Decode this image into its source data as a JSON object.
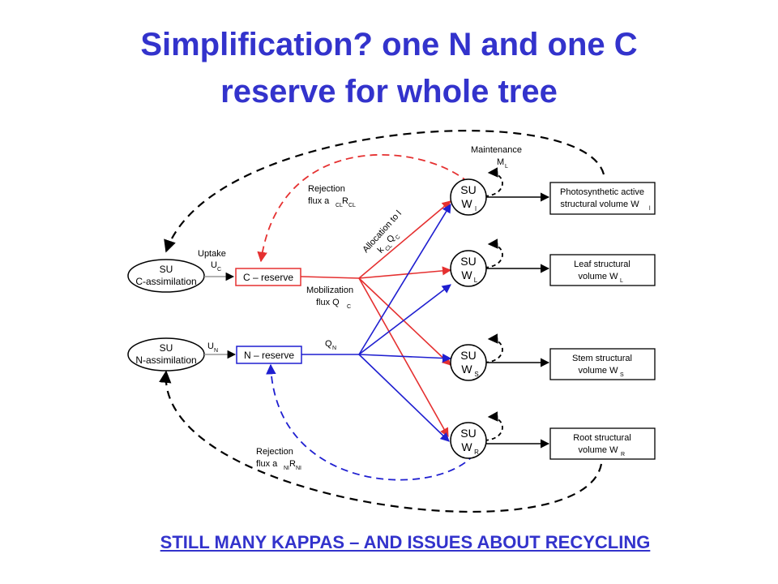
{
  "title": {
    "line1": "Simplification? one N and one C",
    "line2": "reserve for whole tree"
  },
  "footer": "STILL MANY KAPPAS – AND ISSUES ABOUT RECYCLING",
  "colors": {
    "title": "#3333cc",
    "carbon": "#e53030",
    "nitrogen": "#1f1fd0",
    "recycle": "#000000"
  },
  "diagram": {
    "su_c": {
      "line1": "SU",
      "line2": "C-assimilation"
    },
    "su_n": {
      "line1": "SU",
      "line2": "N-assimilation"
    },
    "c_reserve": "C – reserve",
    "n_reserve": "N – reserve",
    "uptake": {
      "label": "Uptake",
      "sym": "U",
      "sub": "C"
    },
    "un": {
      "sym": "U",
      "sub": "N"
    },
    "qn": {
      "sym": "Q",
      "sub": "N"
    },
    "mobilization": {
      "line1": "Mobilization",
      "line2": "flux Q",
      "sub": "C"
    },
    "rejection_c": {
      "line1": "Rejection",
      "line2": "flux a",
      "sub1": "CL",
      "mid": "R",
      "sub2": "CL"
    },
    "rejection_n": {
      "line1": "Rejection",
      "line2": "flux a",
      "sub1": "NI",
      "mid": "R",
      "sub2": "NI"
    },
    "allocation": {
      "line1": "Allocation to l",
      "line2": "k",
      "sub1": "CL",
      "mid": "Q",
      "sub2": "C"
    },
    "maintenance": {
      "label": "Maintenance",
      "sym": "M",
      "sub": "L"
    },
    "organs": [
      {
        "su": "SU",
        "w": "W",
        "sub": "l",
        "box1": "Photosynthetic active",
        "box2": "structural volume W",
        "box_sub": "l"
      },
      {
        "su": "SU",
        "w": "W",
        "sub": "L",
        "box1": "Leaf structural",
        "box2": "volume W",
        "box_sub": "L"
      },
      {
        "su": "SU",
        "w": "W",
        "sub": "S",
        "box1": "Stem structural",
        "box2": "volume W",
        "box_sub": "S"
      },
      {
        "su": "SU",
        "w": "W",
        "sub": "R",
        "box1": "Root structural",
        "box2": "volume W",
        "box_sub": "R"
      }
    ]
  }
}
